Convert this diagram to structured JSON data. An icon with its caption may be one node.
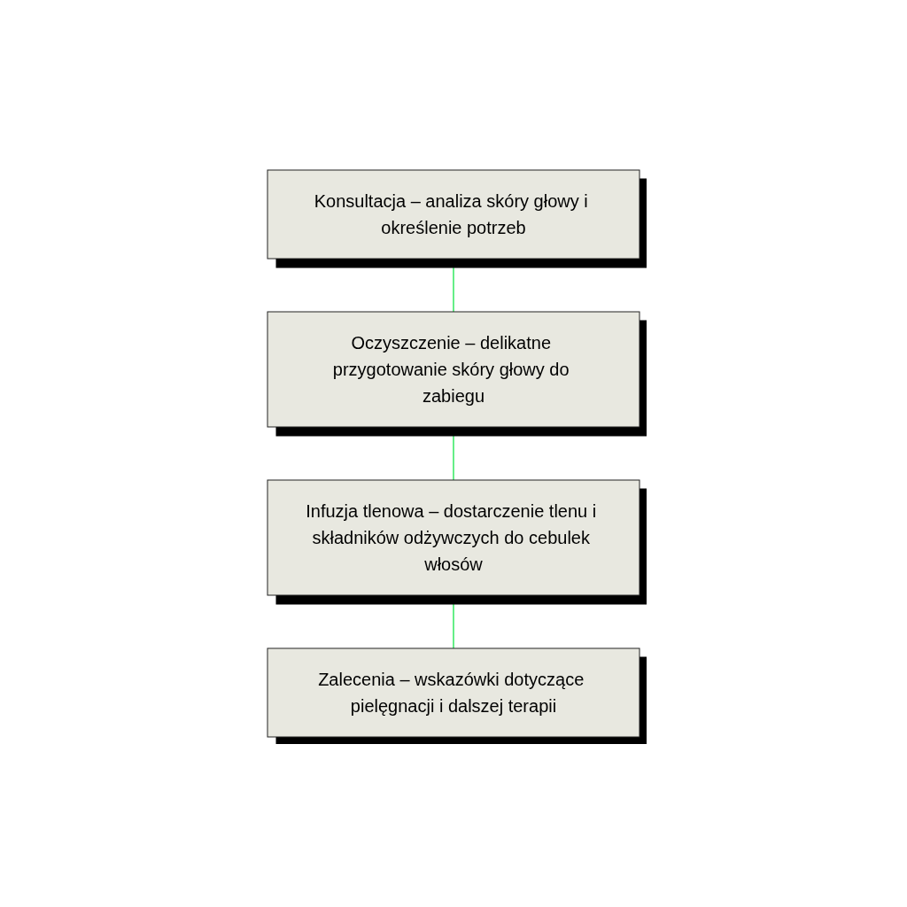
{
  "diagram": {
    "nodes": [
      {
        "text": [
          "Konsultacja – analiza skóry głowy i określenie potrzeb"
        ]
      },
      {
        "text": [
          "Oczyszczenie – delikatne przygotowanie skóry głowy do zabiegu"
        ]
      },
      {
        "text": [
          "Infuzja tlenowa – dostarczenie tlenu i składników odżywczych do cebulek włosów"
        ]
      },
      {
        "text": [
          "Zalecenia – wskazówki dotyczące pielęgnacji i dalszej terapii"
        ]
      }
    ],
    "edges": [
      {
        "from": 0,
        "to": 1,
        "arrow": "none"
      },
      {
        "from": 1,
        "to": 2,
        "arrow": "none"
      },
      {
        "from": 2,
        "to": 3,
        "arrow": "none"
      }
    ]
  }
}
